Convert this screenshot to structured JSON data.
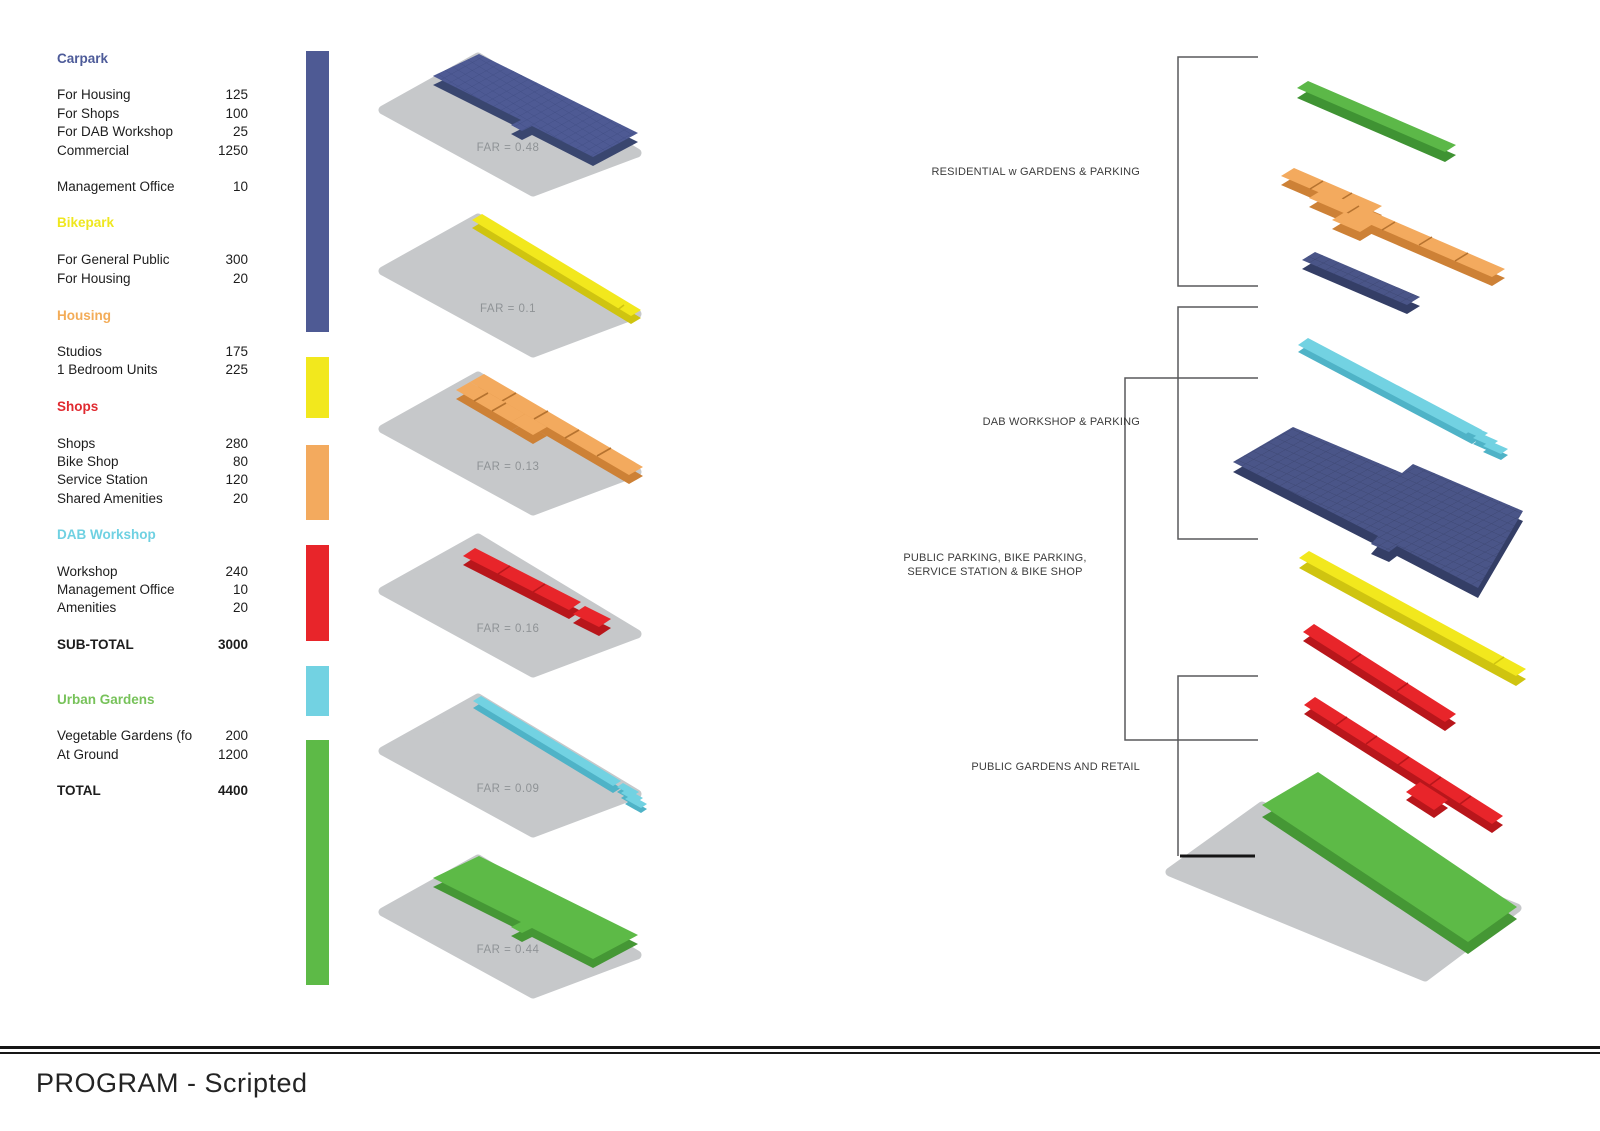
{
  "page": {
    "title": "PROGRAM - Scripted"
  },
  "palette": {
    "carpark_navy": "#4e5a94",
    "bikepark_yellow": "#f2e81d",
    "housing_orange": "#f3aa5e",
    "shops_red": "#e8252a",
    "dab_cyan": "#72d2e2",
    "gardens_green": "#5dba47",
    "site_gray": "#c6c8ca"
  },
  "program_table": {
    "rows": [
      {
        "label": "Carpark",
        "value": ""
      },
      {
        "label": "For Housing",
        "value": "125"
      },
      {
        "label": "For Shops",
        "value": "100"
      },
      {
        "label": "For DAB Workshop",
        "value": "25"
      },
      {
        "label": "Commercial",
        "value": "1250"
      },
      {
        "label": "Management Office",
        "value": "10"
      },
      {
        "label": "Bikepark",
        "value": ""
      },
      {
        "label": "For General Public",
        "value": "300"
      },
      {
        "label": "For Housing",
        "value": "20"
      },
      {
        "label": "Housing",
        "value": ""
      },
      {
        "label": "Studios",
        "value": "175"
      },
      {
        "label": "1 Bedroom Units",
        "value": "225"
      },
      {
        "label": "Shops",
        "value": ""
      },
      {
        "label": "Shops",
        "value": "280"
      },
      {
        "label": "Bike Shop",
        "value": "80"
      },
      {
        "label": "Service Station",
        "value": "120"
      },
      {
        "label": "Shared Amenities",
        "value": "20"
      },
      {
        "label": "DAB Workshop",
        "value": ""
      },
      {
        "label": "Workshop",
        "value": "240"
      },
      {
        "label": "Management Office",
        "value": "10"
      },
      {
        "label": "Amenities",
        "value": "20"
      },
      {
        "label": "SUB-TOTAL",
        "value": "3000"
      },
      {
        "label": "Urban Gardens",
        "value": ""
      },
      {
        "label": "Vegetable Gardens (fo",
        "value": "200"
      },
      {
        "label": "At Ground",
        "value": "1200"
      },
      {
        "label": "TOTAL",
        "value": "4400"
      }
    ]
  },
  "far_diagrams": [
    {
      "label": "FAR = 0.48",
      "color": "#4e5a94",
      "program": "Carpark"
    },
    {
      "label": "FAR = 0.1",
      "color": "#f2e81d",
      "program": "Bikepark"
    },
    {
      "label": "FAR = 0.13",
      "color": "#f3aa5e",
      "program": "Housing"
    },
    {
      "label": "FAR = 0.16",
      "color": "#e8252a",
      "program": "Shops"
    },
    {
      "label": "FAR = 0.09",
      "color": "#72d2e2",
      "program": "DAB Workshop"
    },
    {
      "label": "FAR = 0.44",
      "color": "#5dba47",
      "program": "Urban Gardens"
    }
  ],
  "exploded": {
    "labels": {
      "residential": "RESIDENTIAL w GARDENS & PARKING",
      "dab": "DAB WORKSHOP & PARKING",
      "public_parking_line1": "PUBLIC PARKING, BIKE PARKING,",
      "public_parking_line2": "SERVICE STATION & BIKE SHOP",
      "gardens": "PUBLIC GARDENS AND RETAIL"
    }
  }
}
